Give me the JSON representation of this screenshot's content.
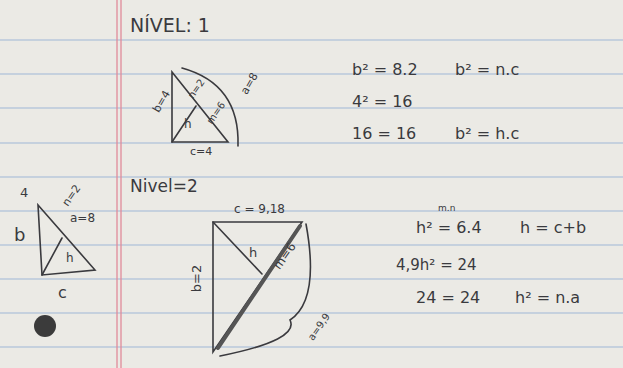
{
  "diagram": {
    "labels": [
      "NÍVEL: 1",
      "b=4",
      "h",
      "n=2",
      "m=6",
      "a=8",
      "c=4",
      "b² = 8.2",
      "4² = 16",
      "16 = 16",
      "b² = n.c",
      "b² = h.c",
      "4",
      "b",
      "n=2",
      "a=8",
      "h",
      "c",
      "Nivel=2",
      "c = 9,18",
      "b=2",
      "h",
      "m=6",
      "a=9,9",
      "m.n",
      "h² = 6.4",
      "h = c+b",
      "4,9h² = 24",
      "24 = 24",
      "h² = n.a"
    ]
  }
}
